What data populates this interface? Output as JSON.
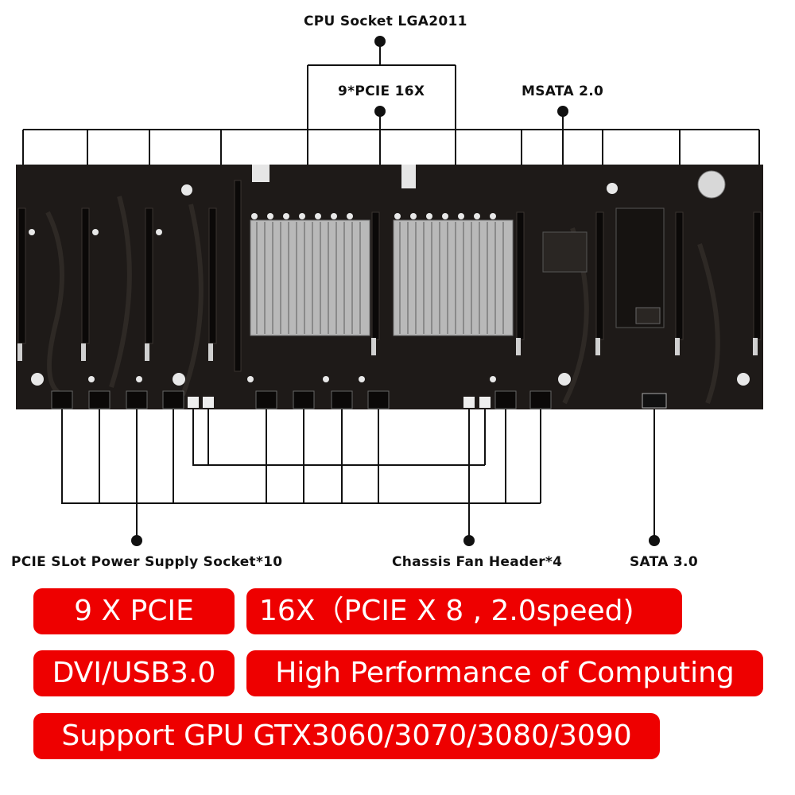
{
  "callouts": {
    "cpu_socket": "CPU Socket LGA2011",
    "pcie_16x": "9*PCIE 16X",
    "msata": "MSATA 2.0",
    "pcie_power": "PCIE SLot Power Supply Socket*10",
    "chassis_fan": "Chassis Fan Header*4",
    "sata": "SATA 3.0"
  },
  "features": {
    "pcie_count": "9 X PCIE",
    "pcie_speed": "16X（PCIE X 8 , 2.0speed)",
    "io": "DVI/USB3.0",
    "performance": "High Performance of Computing",
    "gpu_support": "Support GPU GTX3060/3070/3080/3090"
  },
  "colors": {
    "accent_red": "#ee0000",
    "board": "#1e1a18",
    "heatsink": "#b9b9b9"
  }
}
